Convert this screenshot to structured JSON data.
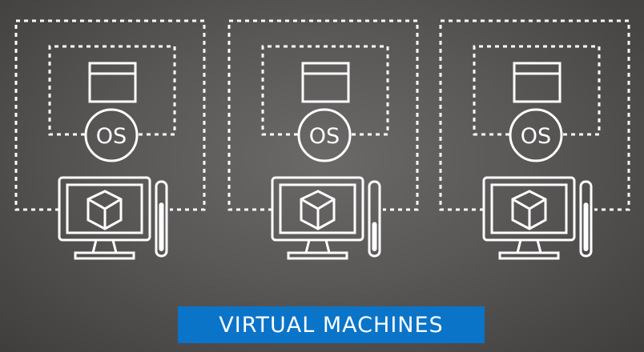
{
  "diagram": {
    "caption": "VIRTUAL MACHINES",
    "os_label": "OS",
    "stroke_color": "#ffffff",
    "caption_background": "#0a74c9",
    "background_color": "#5c5a59",
    "machines": [
      {
        "os_label": "OS",
        "resource_level": 0.75
      },
      {
        "os_label": "OS",
        "resource_level": 0.45
      },
      {
        "os_label": "OS",
        "resource_level": 0.75
      }
    ]
  }
}
